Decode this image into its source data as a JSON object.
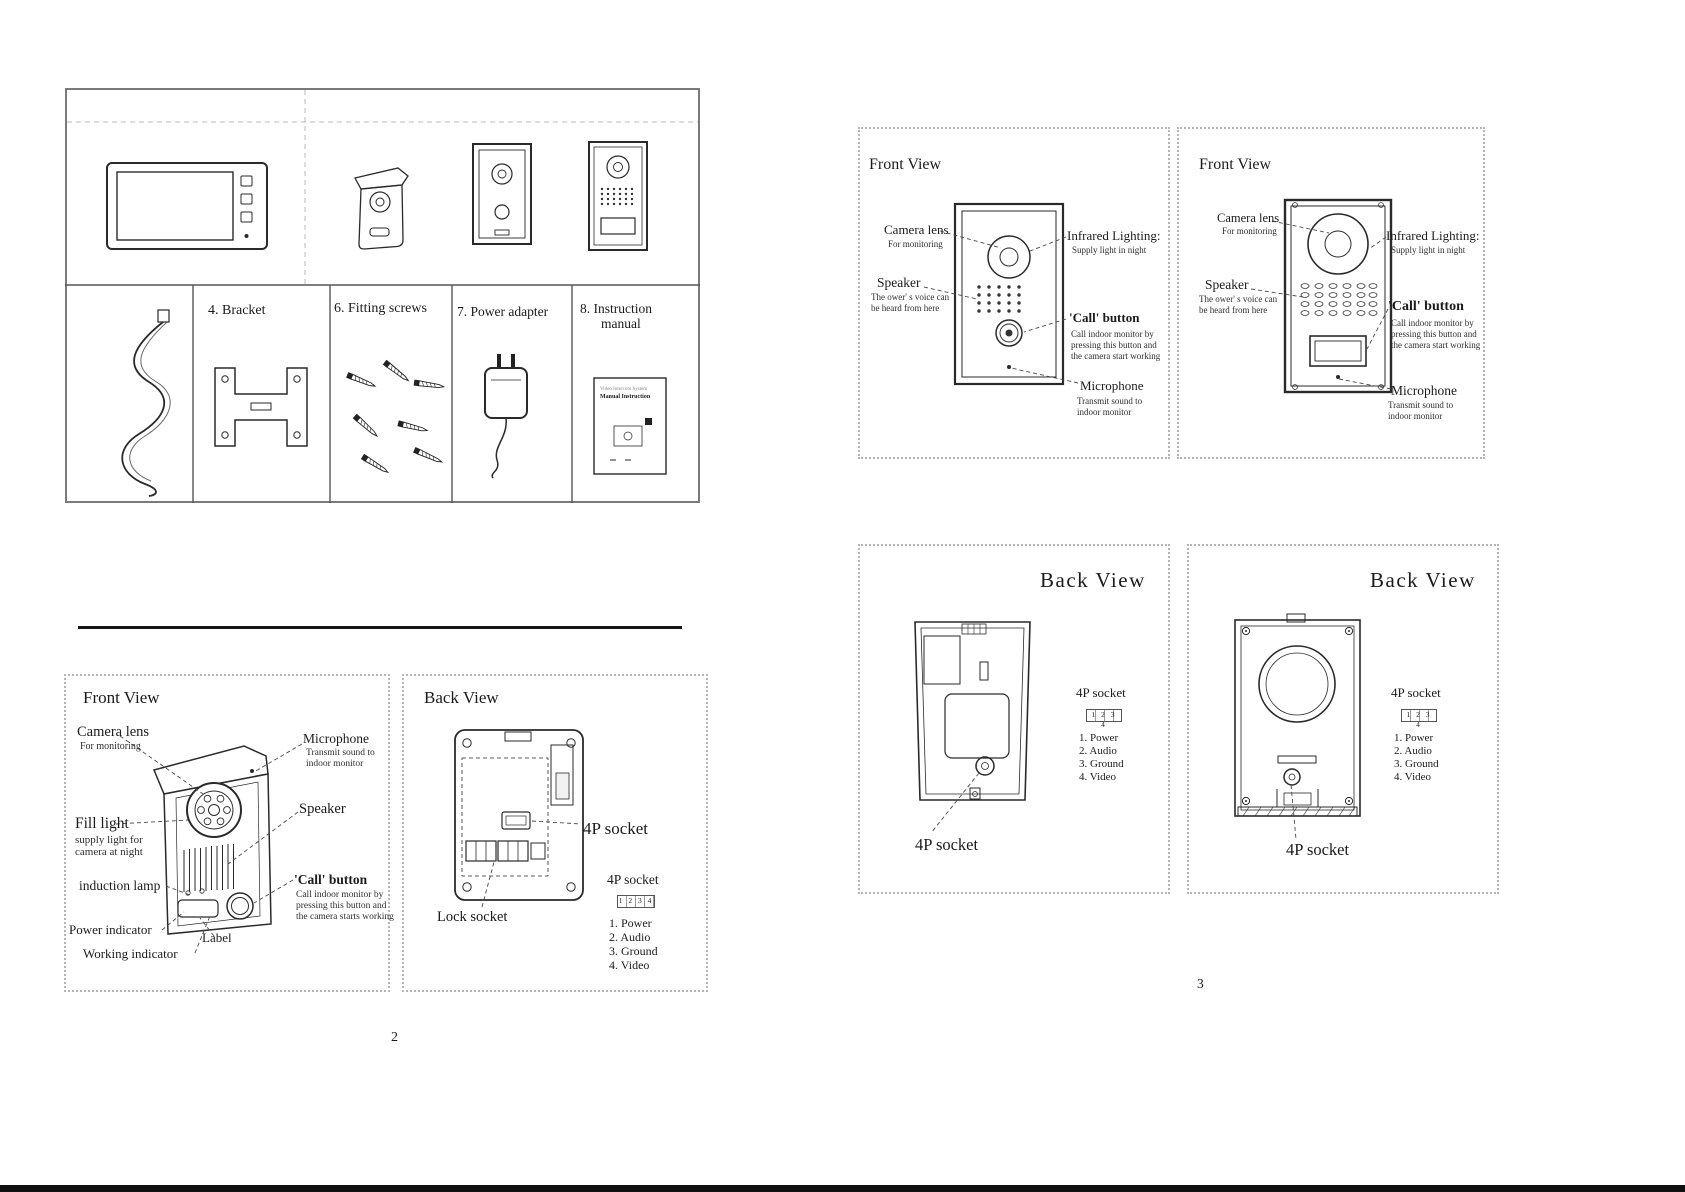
{
  "pages": {
    "left": {
      "page_number": "2",
      "packing_box": {
        "bracket_label": "4. Bracket",
        "screws_label": "6. Fitting screws",
        "adapter_label": "7. Power adapter",
        "manual_label_line1": "8. Instruction",
        "manual_label_line2": "manual",
        "manual_cover_title": "Video Intercom System",
        "manual_cover_subtitle": "Manual Instruction"
      },
      "front_view": {
        "title": "Front View",
        "camera_lens": "Camera lens",
        "camera_lens_sub": "For monitoring",
        "microphone": "Microphone",
        "microphone_sub1": "Transmit sound to",
        "microphone_sub2": "indoor monitor",
        "speaker": "Speaker",
        "fill_light": "Fill light",
        "fill_light_sub1": "supply light for",
        "fill_light_sub2": "camera at night",
        "induction_lamp": "induction lamp",
        "call_button": "'Call' button",
        "call_button_sub1": "Call indoor monitor by",
        "call_button_sub2": "pressing this button and",
        "call_button_sub3": "the camera starts working",
        "power_indicator": "Power indicator",
        "label": "Label",
        "working_indicator": "Working indicator"
      },
      "back_view": {
        "title": "Back View",
        "socket_callout": "4P socket",
        "lock_socket": "Lock socket",
        "socket_detail_title": "4P socket",
        "pins": "1 2 3 4",
        "pin1": "1. Power",
        "pin2": "2. Audio",
        "pin3": "3. Ground",
        "pin4": "4. Video"
      }
    },
    "right": {
      "page_number": "3",
      "front_view_a": {
        "title": "Front View",
        "camera_lens": "Camera lens",
        "camera_lens_sub": "For monitoring",
        "infrared": "Infrared Lighting:",
        "infrared_sub": "Supply light in night",
        "speaker": "Speaker",
        "speaker_sub1": "The ower' s voice can",
        "speaker_sub2": "be heard from here",
        "call_button": "'Call' button",
        "call_button_sub1": "Call indoor monitor by",
        "call_button_sub2": "pressing this button and",
        "call_button_sub3": "the camera start working",
        "microphone": "Microphone",
        "microphone_sub1": "Transmit sound to",
        "microphone_sub2": "indoor monitor"
      },
      "front_view_b": {
        "title": "Front View",
        "camera_lens": "Camera lens",
        "camera_lens_sub": "For monitoring",
        "infrared": "Infrared Lighting:",
        "infrared_sub": "Supply light in night",
        "speaker": "Speaker",
        "speaker_sub1": "The ower' s voice can",
        "speaker_sub2": "be heard from here",
        "call_button": "'Call' button",
        "call_button_sub1": "Call indoor monitor by",
        "call_button_sub2": "pressing this button and",
        "call_button_sub3": "the camera start working",
        "microphone": "Microphone",
        "microphone_sub1": "Transmit sound to",
        "microphone_sub2": "indoor monitor"
      },
      "back_view_a": {
        "title": "Back View",
        "socket_detail_title": "4P socket",
        "pins": "1 2 3 4",
        "pin1": "1. Power",
        "pin2": "2. Audio",
        "pin3": "3. Ground",
        "pin4": "4. Video",
        "socket_callout": "4P socket"
      },
      "back_view_b": {
        "title": "Back View",
        "socket_detail_title": "4P socket",
        "pins": "1 2 3 4",
        "pin1": "1. Power",
        "pin2": "2. Audio",
        "pin3": "3. Ground",
        "pin4": "4. Video",
        "socket_callout": "4P socket"
      }
    }
  }
}
